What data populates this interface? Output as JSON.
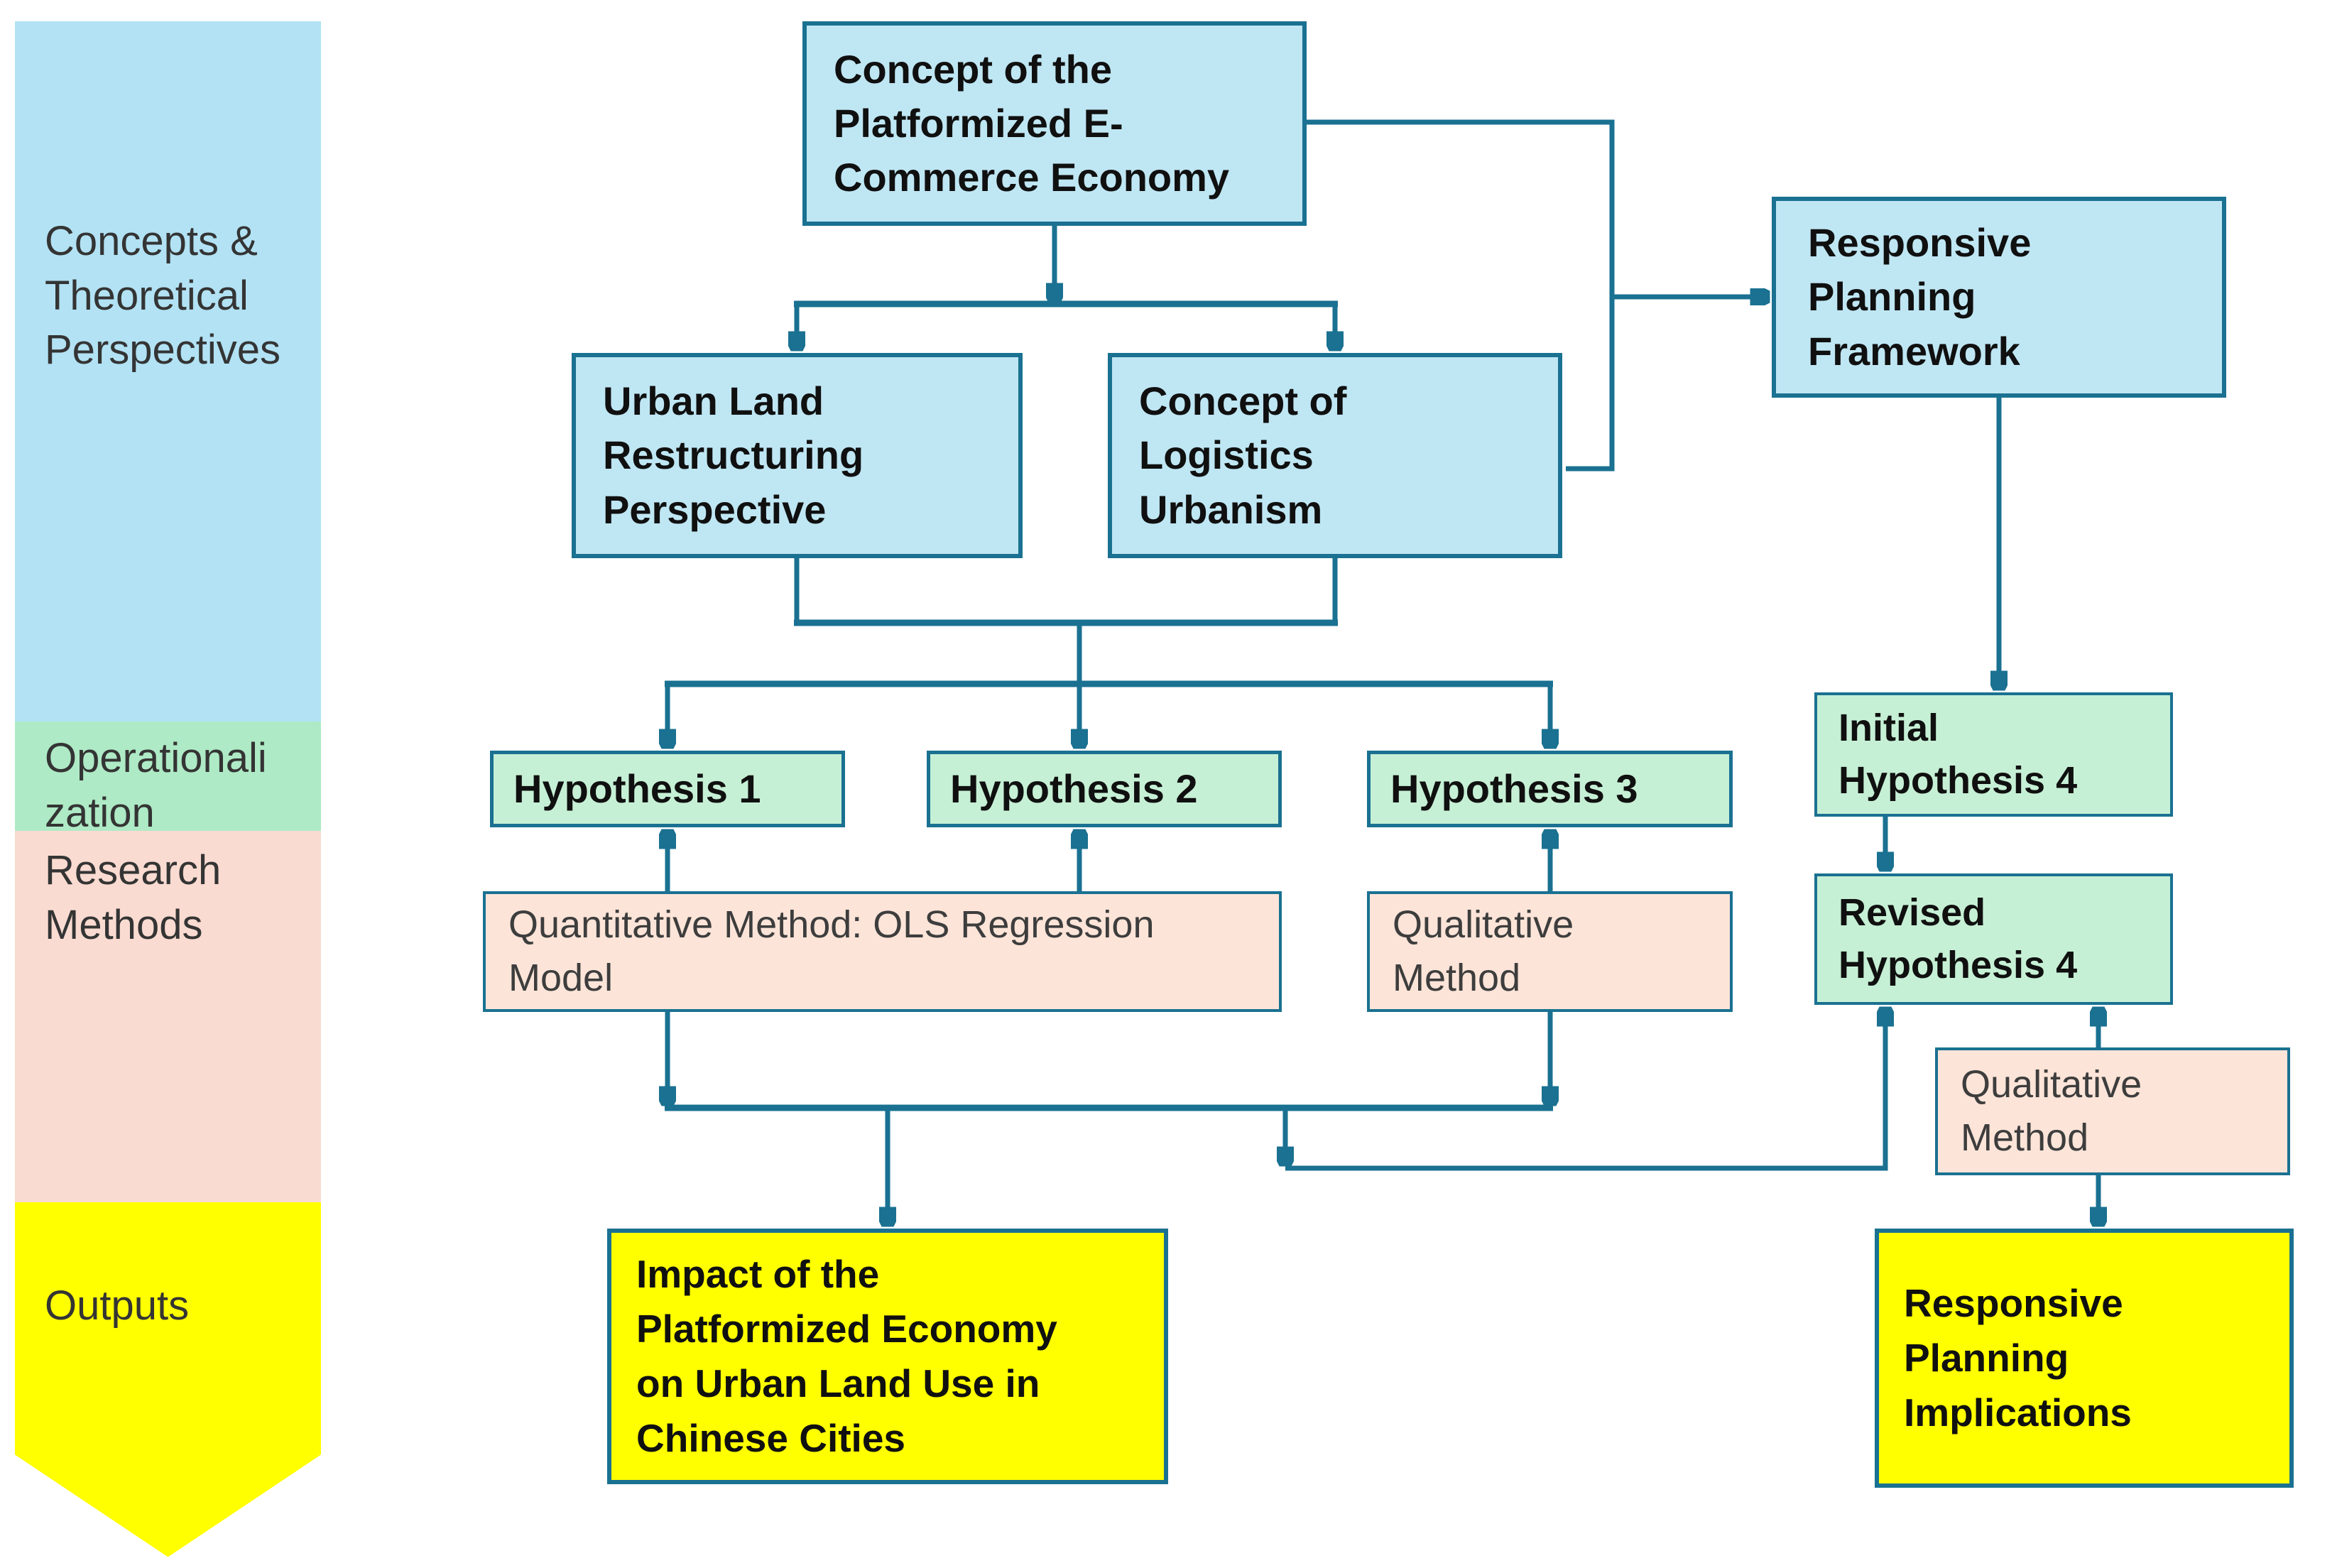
{
  "colors": {
    "line_teal": "#1a7191",
    "box_blue": "#bfe6f3",
    "box_green": "#c6f0d5",
    "box_pink": "#fce4d8",
    "box_yellow": "#ffff00",
    "sidebar_blue": "#b2e2f4",
    "sidebar_green": "#aeeac5",
    "sidebar_pink": "#fadbd1",
    "sidebar_yellow": "#ffff00",
    "text_dark": "#101010",
    "text_gray": "#3d3d3d"
  },
  "sidebar": {
    "segments": {
      "concepts": {
        "label": "Concepts &\nTheoretical\nPerspectives"
      },
      "operationalization": {
        "label": "Operationali\nzation"
      },
      "research_methods": {
        "label": "Research\nMethods"
      },
      "outputs": {
        "label": "Outputs"
      }
    }
  },
  "nodes": {
    "top_concept": {
      "label": "Concept of the\nPlatformized E-\nCommerce Economy"
    },
    "urban_land": {
      "label": "Urban Land\nRestructuring\nPerspective"
    },
    "logistics": {
      "label": "Concept of\nLogistics\nUrbanism"
    },
    "rpf": {
      "label": "Responsive\nPlanning\nFramework"
    },
    "h1": {
      "label": "Hypothesis 1"
    },
    "h2": {
      "label": "Hypothesis 2"
    },
    "h3": {
      "label": "Hypothesis 3"
    },
    "ih4": {
      "label": "Initial\nHypothesis 4"
    },
    "rh4": {
      "label": "Revised\nHypothesis 4"
    },
    "quant": {
      "label": "Quantitative Method: OLS Regression\nModel"
    },
    "qual_mid": {
      "label": "Qualitative\nMethod"
    },
    "qual_right": {
      "label": "Qualitative\nMethod"
    },
    "impact": {
      "label": "Impact of the\nPlatformized Economy\non Urban Land Use in\nChinese Cities"
    },
    "rpi": {
      "label": "Responsive\nPlanning\nImplications"
    }
  }
}
